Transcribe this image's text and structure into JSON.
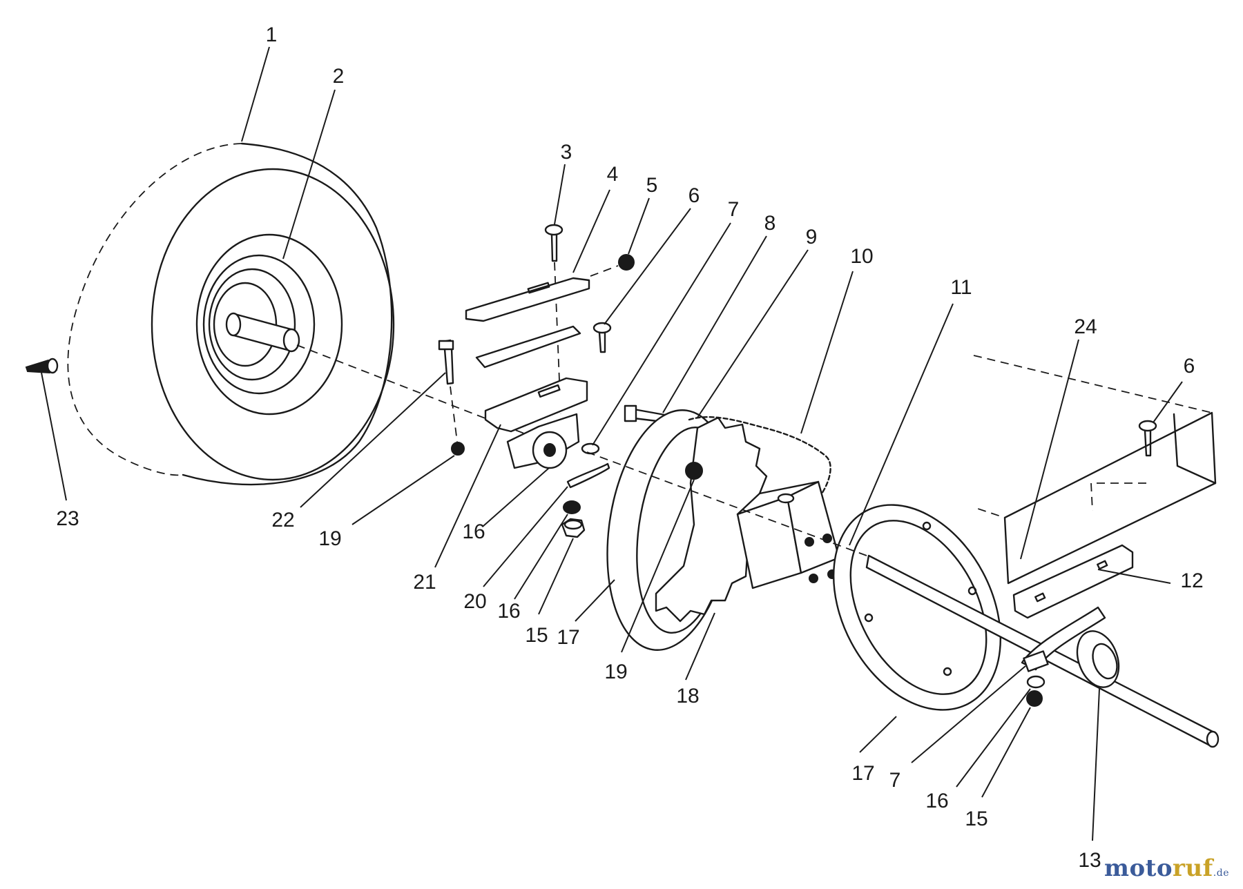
{
  "diagram": {
    "callouts": [
      {
        "id": "c1",
        "text": "1"
      },
      {
        "id": "c2",
        "text": "2"
      },
      {
        "id": "c3",
        "text": "3"
      },
      {
        "id": "c4",
        "text": "4"
      },
      {
        "id": "c5",
        "text": "5"
      },
      {
        "id": "c6a",
        "text": "6"
      },
      {
        "id": "c7a",
        "text": "7"
      },
      {
        "id": "c8",
        "text": "8"
      },
      {
        "id": "c9",
        "text": "9"
      },
      {
        "id": "c10",
        "text": "10"
      },
      {
        "id": "c11",
        "text": "11"
      },
      {
        "id": "c24",
        "text": "24"
      },
      {
        "id": "c6b",
        "text": "6"
      },
      {
        "id": "c23",
        "text": "23"
      },
      {
        "id": "c22",
        "text": "22"
      },
      {
        "id": "c19a",
        "text": "19"
      },
      {
        "id": "c21",
        "text": "21"
      },
      {
        "id": "c16a",
        "text": "16"
      },
      {
        "id": "c20",
        "text": "20"
      },
      {
        "id": "c16b",
        "text": "16"
      },
      {
        "id": "c15a",
        "text": "15"
      },
      {
        "id": "c17a",
        "text": "17"
      },
      {
        "id": "c19b",
        "text": "19"
      },
      {
        "id": "c18",
        "text": "18"
      },
      {
        "id": "c12",
        "text": "12"
      },
      {
        "id": "c17b",
        "text": "17"
      },
      {
        "id": "c7b",
        "text": "7"
      },
      {
        "id": "c16c",
        "text": "16"
      },
      {
        "id": "c15b",
        "text": "15"
      },
      {
        "id": "c13",
        "text": "13"
      }
    ]
  },
  "watermark": {
    "part_a": "moto",
    "part_b": "ruf",
    "part_c": ".de"
  }
}
